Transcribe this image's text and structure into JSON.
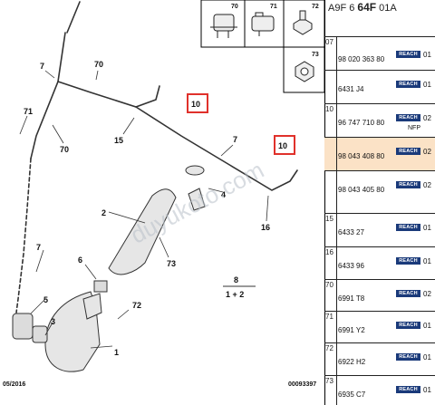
{
  "header": {
    "ref_prefix": "A9F 6",
    "ref_bold": "64F",
    "ref_suffix": "01A"
  },
  "diagram": {
    "labels": {
      "l7a": "7",
      "l70a": "70",
      "l71": "71",
      "l70b": "70",
      "l15": "15",
      "l10a": "10",
      "l7b": "7",
      "l10b": "10",
      "l4": "4",
      "l16": "16",
      "l2": "2",
      "l73": "73",
      "l6": "6",
      "l7c": "7",
      "l5": "5",
      "l3": "3",
      "l72": "72",
      "l1": "1",
      "l8": "8",
      "l12": "1 + 2"
    },
    "thumbs": {
      "t70": "70",
      "t71": "71",
      "t72": "72",
      "t73": "73"
    },
    "footer": {
      "date": "05/2016",
      "code": "00093397"
    },
    "watermark": "duyukoto.com"
  },
  "reach_label": "REACH",
  "parts_table": [
    {
      "num": "07",
      "part": "98 020 363 80",
      "qty": "01",
      "highlight": false
    },
    {
      "num": "",
      "part": "6431 J4",
      "qty": "01",
      "highlight": false
    },
    {
      "num": "10",
      "part": "96 747 710 80",
      "qty": "02",
      "note": "NFP",
      "highlight": false
    },
    {
      "num": "",
      "part": "98 043 408 80",
      "qty": "02",
      "highlight": true
    },
    {
      "num": "",
      "part": "98 043 405 80",
      "qty": "02",
      "highlight": false
    },
    {
      "num": "15",
      "part": "6433 27",
      "qty": "01",
      "highlight": false
    },
    {
      "num": "16",
      "part": "6433 96",
      "qty": "01",
      "highlight": false
    },
    {
      "num": "70",
      "part": "6991 T8",
      "qty": "02",
      "highlight": false
    },
    {
      "num": "71",
      "part": "6991 Y2",
      "qty": "01",
      "highlight": false
    },
    {
      "num": "72",
      "part": "6922 H2",
      "qty": "01",
      "highlight": false
    },
    {
      "num": "73",
      "part": "6935 C7",
      "qty": "01",
      "highlight": false
    }
  ],
  "colors": {
    "highlight_row": "#fbe2c6",
    "callout_box": "#e0312b",
    "reach_badge": "#1a3a7a"
  }
}
